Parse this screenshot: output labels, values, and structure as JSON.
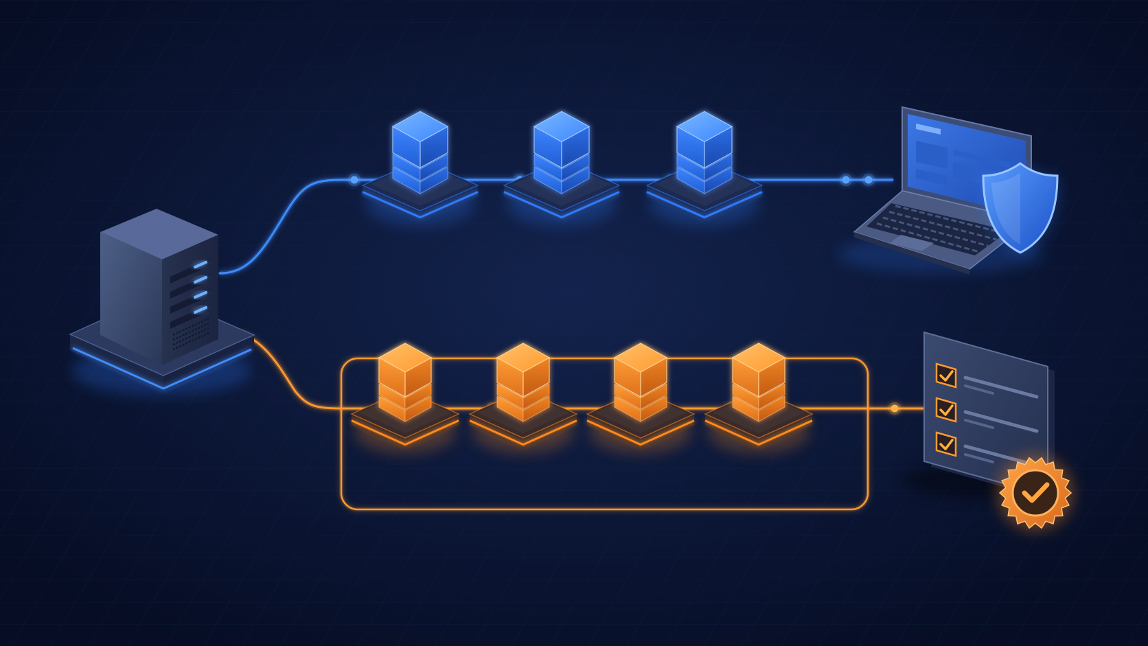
{
  "colors": {
    "background": "#07102a",
    "background_glow": "#10204a",
    "grid": "#15254b",
    "blue_accent": "#3f8cff",
    "blue_glow": "#2f7bff",
    "orange_accent": "#ff9a30",
    "orange_glow": "#ff8a1c",
    "device_body": "#3a4a6e",
    "device_dark": "#1a2440"
  },
  "diagram": {
    "source": {
      "icon": "server-rack-icon",
      "status_lights": 4
    },
    "blue_pipeline": {
      "color": "blue",
      "nodes": [
        {
          "icon": "stacked-cube-icon"
        },
        {
          "icon": "stacked-cube-icon"
        },
        {
          "icon": "stacked-cube-icon"
        }
      ],
      "destination": {
        "icon": "laptop-icon",
        "badge": "shield-icon"
      }
    },
    "orange_pipeline": {
      "color": "orange",
      "grouped": true,
      "nodes": [
        {
          "icon": "stacked-cube-icon"
        },
        {
          "icon": "stacked-cube-icon"
        },
        {
          "icon": "stacked-cube-icon"
        },
        {
          "icon": "stacked-cube-icon"
        }
      ],
      "destination": {
        "icon": "checklist-panel-icon",
        "checked_items": 3,
        "badge": "check-seal-icon"
      }
    }
  }
}
